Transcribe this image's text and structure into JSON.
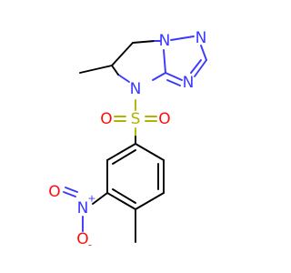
{
  "molecule": {
    "colors": {
      "N": "#3939ff",
      "O": "#ff0d0d",
      "S": "#b2b200",
      "C": "#000000"
    },
    "atoms": {
      "n1": "N",
      "n2": "N",
      "n3": "N",
      "n4": "N",
      "s1": "S",
      "o1": "O",
      "o2": "O",
      "n_nitro": "N",
      "n_nitro_charge": "+",
      "o_nitro1": "O",
      "o_nitro2": "O",
      "o_nitro2_charge": "-"
    }
  }
}
